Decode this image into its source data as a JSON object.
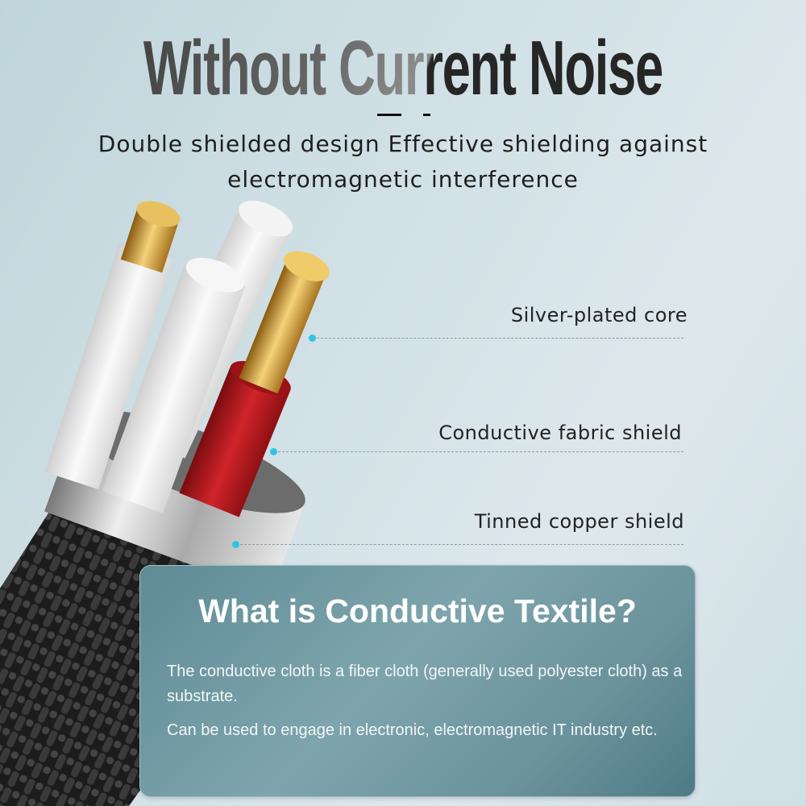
{
  "header": {
    "title": "Without Current Noise",
    "subtitle_line1": "Double shielded design Effective shielding against",
    "subtitle_line2": "electromagnetic interference"
  },
  "callouts": [
    {
      "label": "Silver-plated core"
    },
    {
      "label": "Conductive fabric shield"
    },
    {
      "label": "Tinned copper shield"
    }
  ],
  "info_card": {
    "heading": "What is Conductive Textile?",
    "paragraph1": "The conductive cloth is a fiber cloth (generally used polyester cloth) as a substrate.",
    "paragraph2": "Can be used to engage in electronic, electromagnetic IT industry etc."
  },
  "colors": {
    "callout_dot": "#2ec4e6",
    "shield_red": "#b5151c",
    "core_gold": "#d8a63a"
  }
}
